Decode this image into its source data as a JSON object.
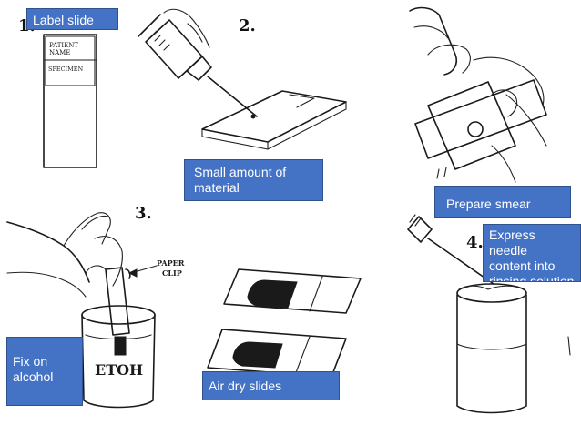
{
  "steps": [
    {
      "number": "1.",
      "callout": "Label slide"
    },
    {
      "number": "2.",
      "callout": "Small amount of\nmaterial"
    },
    {
      "number": "",
      "callout": "Prepare smear"
    },
    {
      "number": "3.",
      "callout": "Fix on\nalcohol"
    },
    {
      "number": "",
      "callout": "Air dry slides"
    },
    {
      "number": "4.",
      "callout": "Express needle\ncontent into\nrinsing solution"
    }
  ],
  "illustration_text": {
    "slide_label_line1": "PATIENT",
    "slide_label_line2": "NAME",
    "slide_label_line3": "SPECIMEN",
    "paper_clip_line1": "PAPER",
    "paper_clip_line2": "CLIP",
    "jar_label": "ETOH"
  },
  "colors": {
    "callout_fill": "#4472c4",
    "callout_border": "#2f528f",
    "callout_text": "#ffffff",
    "line_art": "#1a1a1a"
  }
}
